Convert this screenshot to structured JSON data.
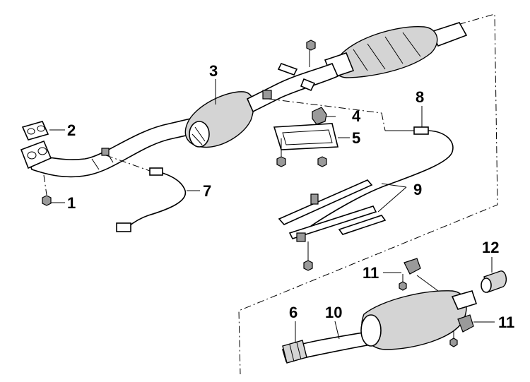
{
  "diagram": {
    "callouts": [
      {
        "id": "c1",
        "label": "1"
      },
      {
        "id": "c2",
        "label": "2"
      },
      {
        "id": "c3",
        "label": "3"
      },
      {
        "id": "c4",
        "label": "4"
      },
      {
        "id": "c5",
        "label": "5"
      },
      {
        "id": "c6",
        "label": "6"
      },
      {
        "id": "c7",
        "label": "7"
      },
      {
        "id": "c8",
        "label": "8"
      },
      {
        "id": "c9",
        "label": "9"
      },
      {
        "id": "c10",
        "label": "10"
      },
      {
        "id": "c11a",
        "label": "11"
      },
      {
        "id": "c11b",
        "label": "11"
      },
      {
        "id": "c12",
        "label": "12"
      }
    ]
  }
}
